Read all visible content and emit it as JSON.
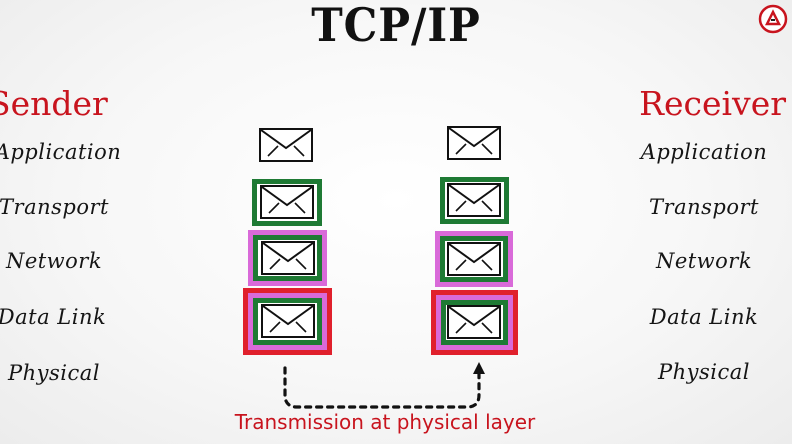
{
  "title": "TCP/IP",
  "sender": {
    "heading": "Sender",
    "layers": [
      "Application",
      "Transport",
      "Network",
      "Data Link",
      "Physical"
    ]
  },
  "receiver": {
    "heading": "Receiver",
    "layers": [
      "Application",
      "Transport",
      "Network",
      "Data Link",
      "Physical"
    ]
  },
  "caption": "Transmission at physical layer",
  "colors": {
    "heading_red": "#c8141e",
    "transport_green": "#1e7a34",
    "network_magenta": "#d96ad9",
    "datalink_red": "#e0202c"
  },
  "icons": [
    "envelope-icon",
    "logo-icon"
  ]
}
